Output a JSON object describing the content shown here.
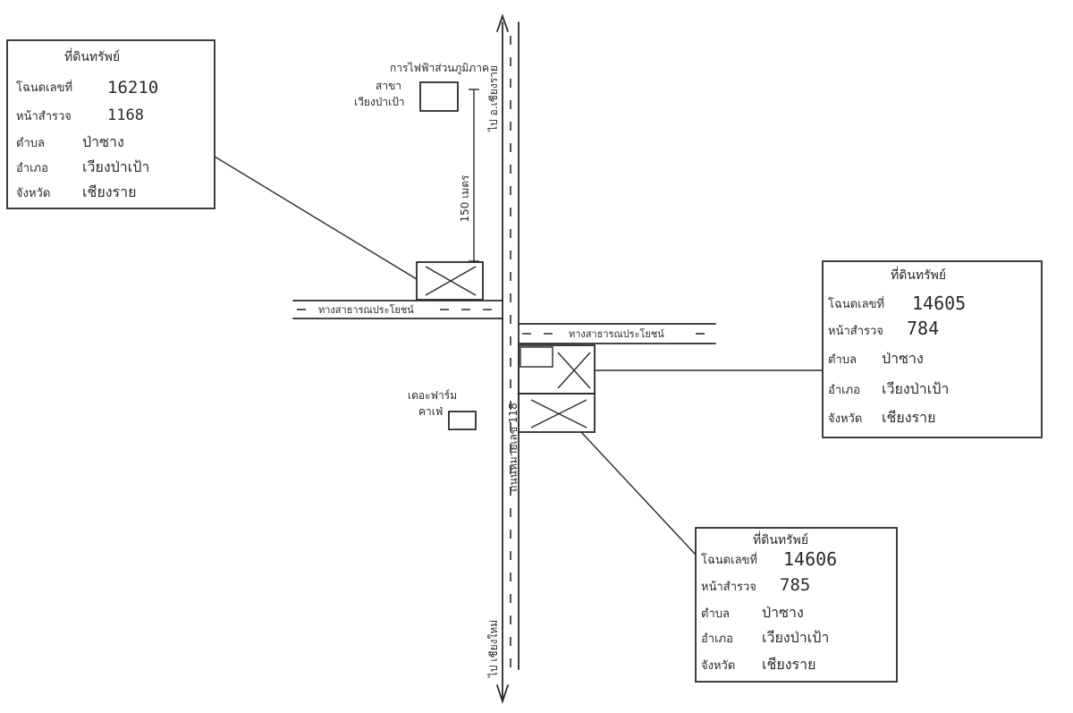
{
  "plots": [
    {
      "header": "ที่ดินทรัพย์",
      "deed": {
        "label": "โฉนดเลขที่",
        "value": "16210"
      },
      "page": {
        "label": "หน้าสำรวจ",
        "value": "1168"
      },
      "subdistrict": {
        "label": "ตำบล",
        "value": "ป่าซาง"
      },
      "district": {
        "label": "อำเภอ",
        "value": "เวียงป่าเป้า"
      },
      "province": {
        "label": "จังหวัด",
        "value": "เชียงราย"
      }
    },
    {
      "header": "ที่ดินทรัพย์",
      "deed": {
        "label": "โฉนดเลขที่",
        "value": "14605"
      },
      "page": {
        "label": "หน้าสำรวจ",
        "value": "784"
      },
      "subdistrict": {
        "label": "ตำบล",
        "value": "ป่าซาง"
      },
      "district": {
        "label": "อำเภอ",
        "value": "เวียงป่าเป้า"
      },
      "province": {
        "label": "จังหวัด",
        "value": "เชียงราย"
      }
    },
    {
      "header": "ที่ดินทรัพย์",
      "deed": {
        "label": "โฉนดเลขที่",
        "value": "14606"
      },
      "page": {
        "label": "หน้าสำรวจ",
        "value": "785"
      },
      "subdistrict": {
        "label": "ตำบล",
        "value": "ป่าซาง"
      },
      "district": {
        "label": "อำเภอ",
        "value": "เวียงป่าเป้า"
      },
      "province": {
        "label": "จังหวัด",
        "value": "เชียงราย"
      }
    }
  ],
  "landmarks": {
    "electricity_office": [
      "การไฟฟ้าส่วนภูมิภาค",
      "สาขา",
      "เวียงป่าเป้า"
    ],
    "farm_cafe": [
      "เดอะฟาร์ม",
      "คาเฟ่"
    ]
  },
  "roads": {
    "main_road": "ถนนหมายเลข 118",
    "north_direction": "ไป อ.เชียงราย",
    "south_direction": "ไป เชียงใหม่",
    "left_lane": "ทางสาธารณประโยชน์",
    "right_lane": "ทางสาธารณประโยชน์"
  },
  "distance_label": "150 เมตร"
}
